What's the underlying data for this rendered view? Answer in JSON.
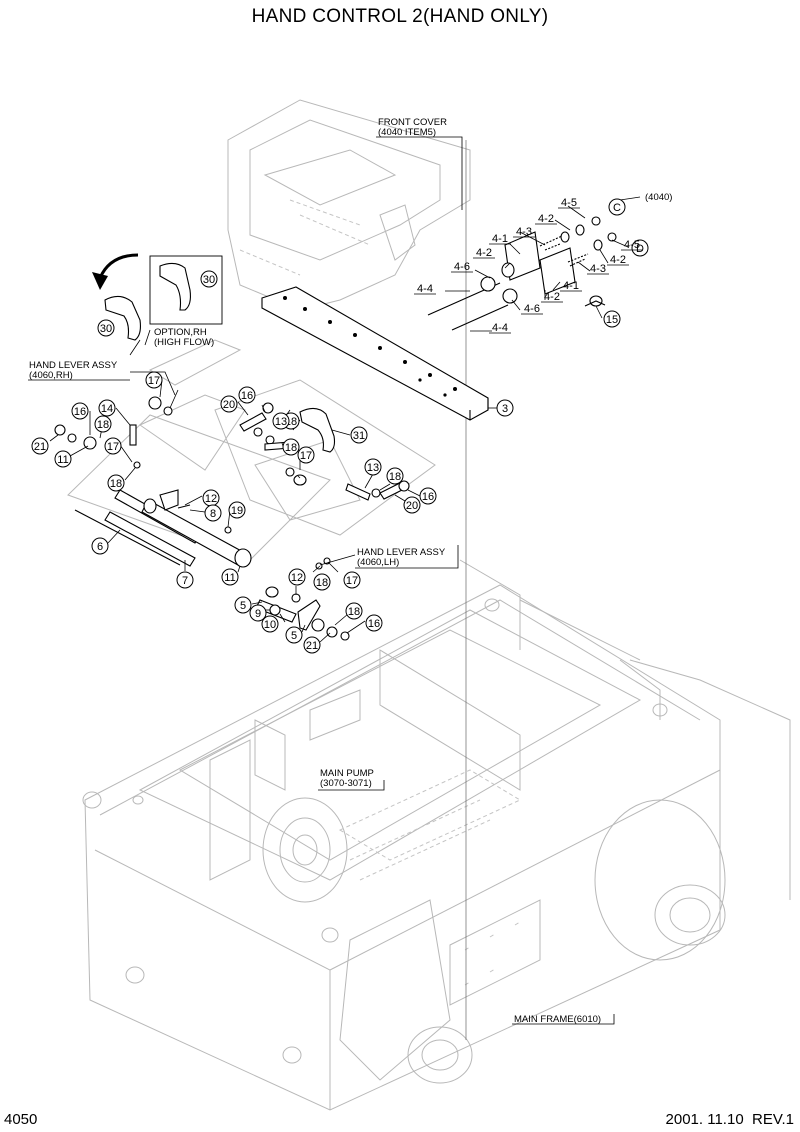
{
  "title": "HAND CONTROL 2(HAND ONLY)",
  "footer": {
    "page_number": "4050",
    "date": "2001. 11.10",
    "revision": "REV.1"
  },
  "captions": [
    {
      "id": "front-cover",
      "lines": [
        "FRONT COVER",
        "(4040 ITEM5)"
      ]
    },
    {
      "id": "option-rh",
      "lines": [
        "OPTION,RH",
        "(HIGH FLOW)"
      ]
    },
    {
      "id": "hand-lever-rh",
      "lines": [
        "HAND LEVER ASSY",
        "(4060,RH)"
      ]
    },
    {
      "id": "hand-lever-lh",
      "lines": [
        "HAND LEVER ASSY",
        "(4060,LH)"
      ]
    },
    {
      "id": "main-pump",
      "lines": [
        "MAIN PUMP",
        "(3070-3071)"
      ]
    },
    {
      "id": "main-frame",
      "lines": [
        "MAIN FRAME(6010)"
      ]
    },
    {
      "id": "ref-4040",
      "lines": [
        "(4040)"
      ]
    }
  ],
  "callouts": [
    "30",
    "30",
    "3",
    "16",
    "18",
    "17",
    "14",
    "21",
    "11",
    "17",
    "18",
    "20",
    "16",
    "18",
    "13",
    "18",
    "31",
    "17",
    "13",
    "18",
    "16",
    "20",
    "12",
    "8",
    "19",
    "6",
    "7",
    "11",
    "12",
    "18",
    "17",
    "5",
    "9",
    "10",
    "5",
    "21",
    "18",
    "16",
    "15",
    "C",
    "D"
  ],
  "sub_labels": [
    "4-5",
    "4-2",
    "4-3",
    "4-1",
    "4-2",
    "4-6",
    "4-4",
    "4-5",
    "4-2",
    "4-3",
    "4-1",
    "4-2",
    "4-6",
    "4-4"
  ]
}
